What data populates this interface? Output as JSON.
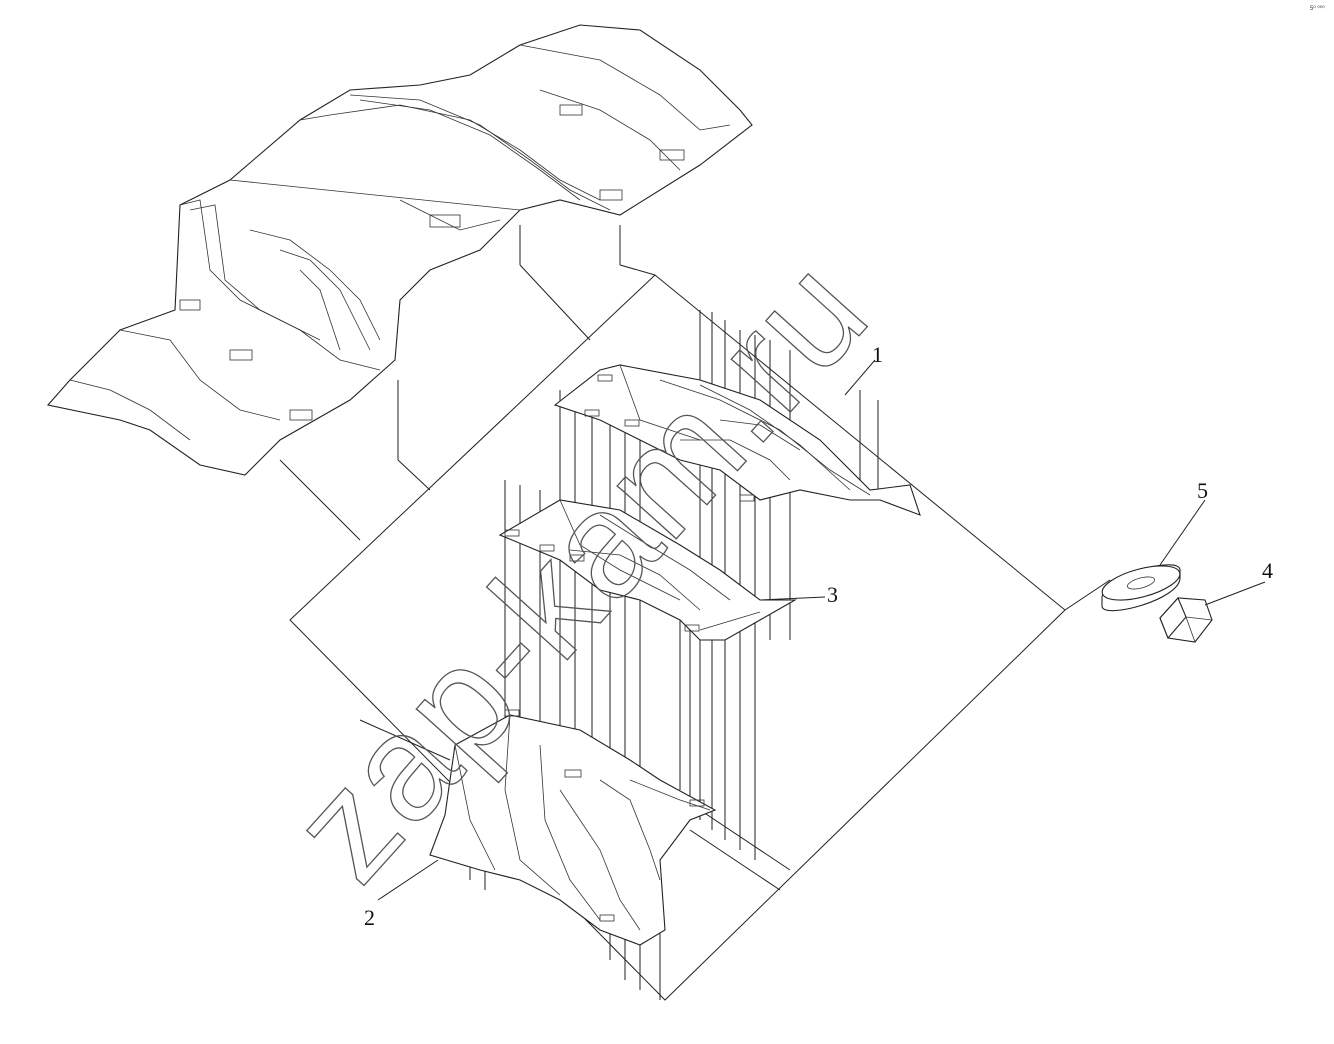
{
  "corner_mark": "5⁰ ⁰⁰⁰",
  "watermark": "zap-kam.ru",
  "callouts": [
    "1",
    "2",
    "3",
    "4",
    "5"
  ]
}
